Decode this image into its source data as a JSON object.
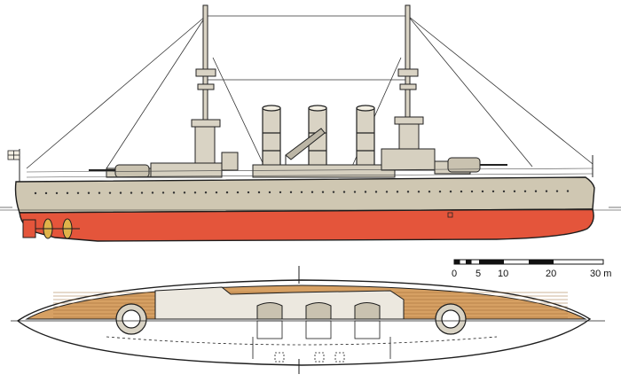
{
  "scale_bar": {
    "labels": [
      "0",
      "5",
      "10",
      "20",
      "30 m"
    ]
  },
  "colors": {
    "hull_red": "#e4553b",
    "hull_grey": "#cfc7b2",
    "deck_wood": "#d6a063",
    "funnel": "#d9d3c4",
    "outline": "#1d1d1d",
    "water": "#222222"
  }
}
